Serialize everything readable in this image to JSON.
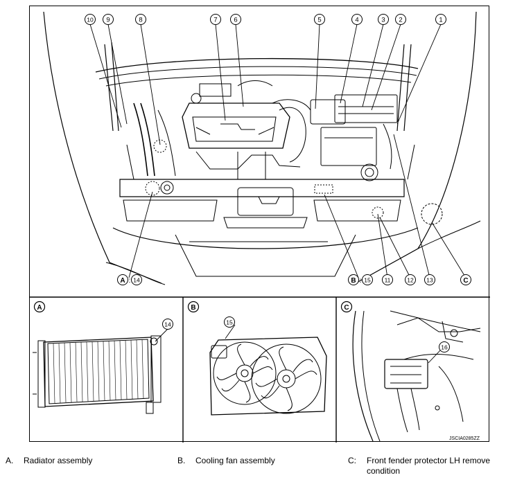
{
  "callouts": {
    "n1": "1",
    "n2": "2",
    "n3": "3",
    "n4": "4",
    "n5": "5",
    "n6": "6",
    "n7": "7",
    "n8": "8",
    "n9": "9",
    "n10": "10",
    "n11": "11",
    "n12": "12",
    "n13": "13",
    "n14": "14",
    "n15": "15",
    "n16": "16"
  },
  "refs": {
    "a_letter": "A",
    "a_num": "14",
    "b_letter": "B",
    "b_num": "15",
    "c_letter": "C",
    "sep": ":"
  },
  "panels": {
    "a": "A",
    "b": "B",
    "c": "C"
  },
  "image_code": "JSCIA0285ZZ",
  "legend": [
    {
      "key": "A.",
      "text": "Radiator assembly"
    },
    {
      "key": "B.",
      "text": "Cooling fan assembly"
    },
    {
      "key": "C:",
      "text": "Front fender protector LH remove",
      "text2": "condition"
    }
  ]
}
